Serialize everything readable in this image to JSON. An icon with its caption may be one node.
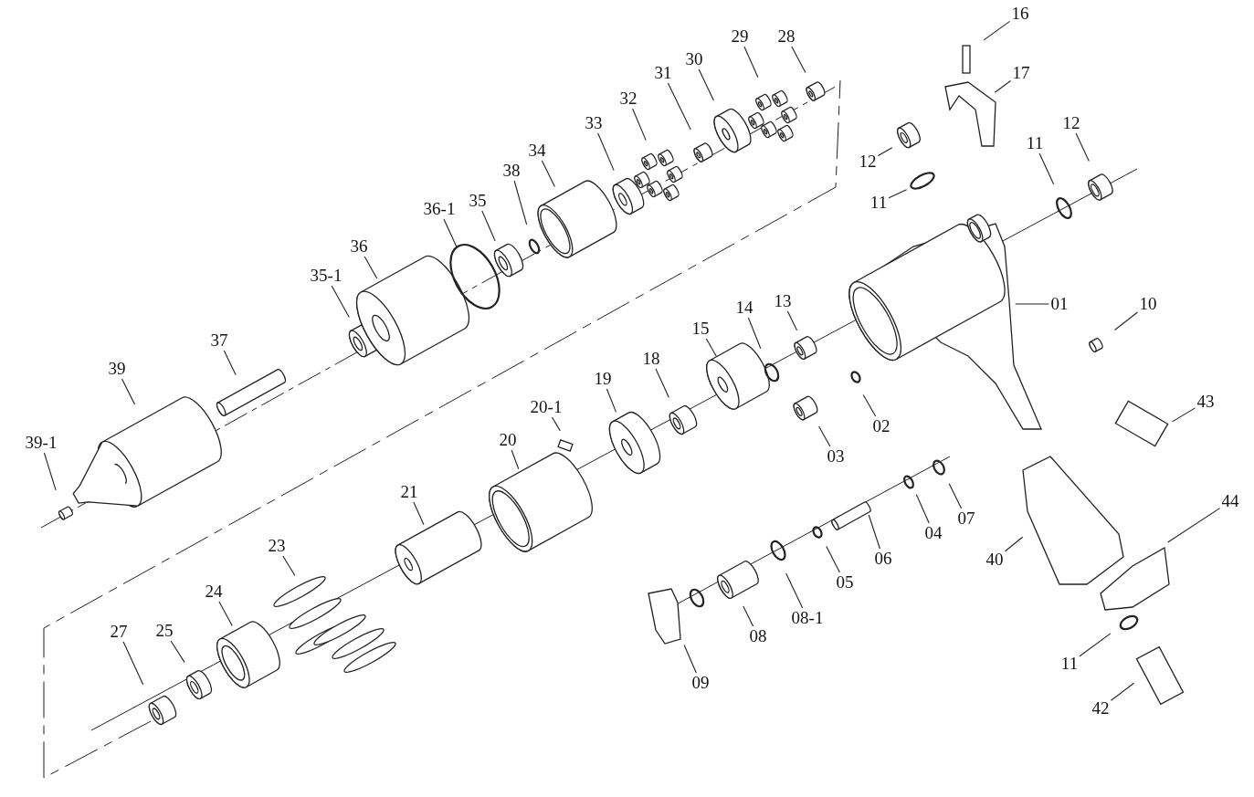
{
  "diagram": {
    "nodes": [
      {
        "text": [
          "16"
        ]
      },
      {
        "text": [
          "29"
        ]
      },
      {
        "text": [
          "28"
        ]
      },
      {
        "text": [
          "30"
        ]
      },
      {
        "text": [
          "17"
        ]
      },
      {
        "text": [
          "31"
        ]
      },
      {
        "text": [
          "32"
        ]
      },
      {
        "text": [
          "33"
        ]
      },
      {
        "text": [
          "12"
        ]
      },
      {
        "text": [
          "11"
        ]
      },
      {
        "text": [
          "34"
        ]
      },
      {
        "text": [
          "12"
        ]
      },
      {
        "text": [
          "38"
        ]
      },
      {
        "text": [
          "35"
        ]
      },
      {
        "text": [
          "11"
        ]
      },
      {
        "text": [
          "36-1"
        ]
      },
      {
        "text": [
          "36"
        ]
      },
      {
        "text": [
          "35-1"
        ]
      },
      {
        "text": [
          "13"
        ]
      },
      {
        "text": [
          "01"
        ]
      },
      {
        "text": [
          "10"
        ]
      },
      {
        "text": [
          "14"
        ]
      },
      {
        "text": [
          "15"
        ]
      },
      {
        "text": [
          "37"
        ]
      },
      {
        "text": [
          "18"
        ]
      },
      {
        "text": [
          "39"
        ]
      },
      {
        "text": [
          "19"
        ]
      },
      {
        "text": [
          "43"
        ]
      },
      {
        "text": [
          "20-1"
        ]
      },
      {
        "text": [
          "02"
        ]
      },
      {
        "text": [
          "20"
        ]
      },
      {
        "text": [
          "39-1"
        ]
      },
      {
        "text": [
          "03"
        ]
      },
      {
        "text": [
          "21"
        ]
      },
      {
        "text": [
          "44"
        ]
      },
      {
        "text": [
          "07"
        ]
      },
      {
        "text": [
          "04"
        ]
      },
      {
        "text": [
          "23"
        ]
      },
      {
        "text": [
          "06"
        ]
      },
      {
        "text": [
          "40"
        ]
      },
      {
        "text": [
          "05"
        ]
      },
      {
        "text": [
          "24"
        ]
      },
      {
        "text": [
          "08-1"
        ]
      },
      {
        "text": [
          "25"
        ]
      },
      {
        "text": [
          "27"
        ]
      },
      {
        "text": [
          "08"
        ]
      },
      {
        "text": [
          "11"
        ]
      },
      {
        "text": [
          "09"
        ]
      },
      {
        "text": [
          "42"
        ]
      }
    ],
    "edges": [
      {
        "from": 0,
        "to": null,
        "arrow": "none"
      },
      {
        "from": 1,
        "to": null,
        "arrow": "none"
      },
      {
        "from": 2,
        "to": null,
        "arrow": "none"
      },
      {
        "from": 3,
        "to": null,
        "arrow": "none"
      },
      {
        "from": 4,
        "to": null,
        "arrow": "none"
      },
      {
        "from": 5,
        "to": null,
        "arrow": "none"
      },
      {
        "from": 6,
        "to": null,
        "arrow": "none"
      },
      {
        "from": 7,
        "to": null,
        "arrow": "none"
      },
      {
        "from": 8,
        "to": null,
        "arrow": "none"
      },
      {
        "from": 9,
        "to": null,
        "arrow": "none"
      },
      {
        "from": 10,
        "to": null,
        "arrow": "none"
      },
      {
        "from": 11,
        "to": null,
        "arrow": "none"
      },
      {
        "from": 12,
        "to": null,
        "arrow": "none"
      },
      {
        "from": 13,
        "to": null,
        "arrow": "none"
      },
      {
        "from": 14,
        "to": null,
        "arrow": "none"
      },
      {
        "from": 15,
        "to": null,
        "arrow": "none"
      },
      {
        "from": 16,
        "to": null,
        "arrow": "none"
      },
      {
        "from": 17,
        "to": null,
        "arrow": "none"
      },
      {
        "from": 18,
        "to": null,
        "arrow": "none"
      },
      {
        "from": 19,
        "to": null,
        "arrow": "none"
      },
      {
        "from": 20,
        "to": null,
        "arrow": "none"
      },
      {
        "from": 21,
        "to": null,
        "arrow": "none"
      },
      {
        "from": 22,
        "to": null,
        "arrow": "none"
      },
      {
        "from": 23,
        "to": null,
        "arrow": "none"
      },
      {
        "from": 24,
        "to": null,
        "arrow": "none"
      },
      {
        "from": 25,
        "to": null,
        "arrow": "none"
      },
      {
        "from": 26,
        "to": null,
        "arrow": "none"
      },
      {
        "from": 27,
        "to": null,
        "arrow": "none"
      },
      {
        "from": 28,
        "to": null,
        "arrow": "none"
      },
      {
        "from": 29,
        "to": null,
        "arrow": "none"
      },
      {
        "from": 30,
        "to": null,
        "arrow": "none"
      },
      {
        "from": 31,
        "to": null,
        "arrow": "none"
      },
      {
        "from": 32,
        "to": null,
        "arrow": "none"
      },
      {
        "from": 33,
        "to": null,
        "arrow": "none"
      },
      {
        "from": 34,
        "to": null,
        "arrow": "none"
      },
      {
        "from": 35,
        "to": null,
        "arrow": "none"
      },
      {
        "from": 36,
        "to": null,
        "arrow": "none"
      },
      {
        "from": 37,
        "to": null,
        "arrow": "none"
      },
      {
        "from": 38,
        "to": null,
        "arrow": "none"
      },
      {
        "from": 39,
        "to": null,
        "arrow": "none"
      },
      {
        "from": 40,
        "to": null,
        "arrow": "none"
      },
      {
        "from": 41,
        "to": null,
        "arrow": "none"
      },
      {
        "from": 42,
        "to": null,
        "arrow": "none"
      },
      {
        "from": 43,
        "to": null,
        "arrow": "none"
      },
      {
        "from": 44,
        "to": null,
        "arrow": "none"
      },
      {
        "from": 45,
        "to": null,
        "arrow": "none"
      },
      {
        "from": 46,
        "to": null,
        "arrow": "none"
      },
      {
        "from": 47,
        "to": null,
        "arrow": "none"
      },
      {
        "from": 48,
        "to": null,
        "arrow": "none"
      }
    ]
  }
}
